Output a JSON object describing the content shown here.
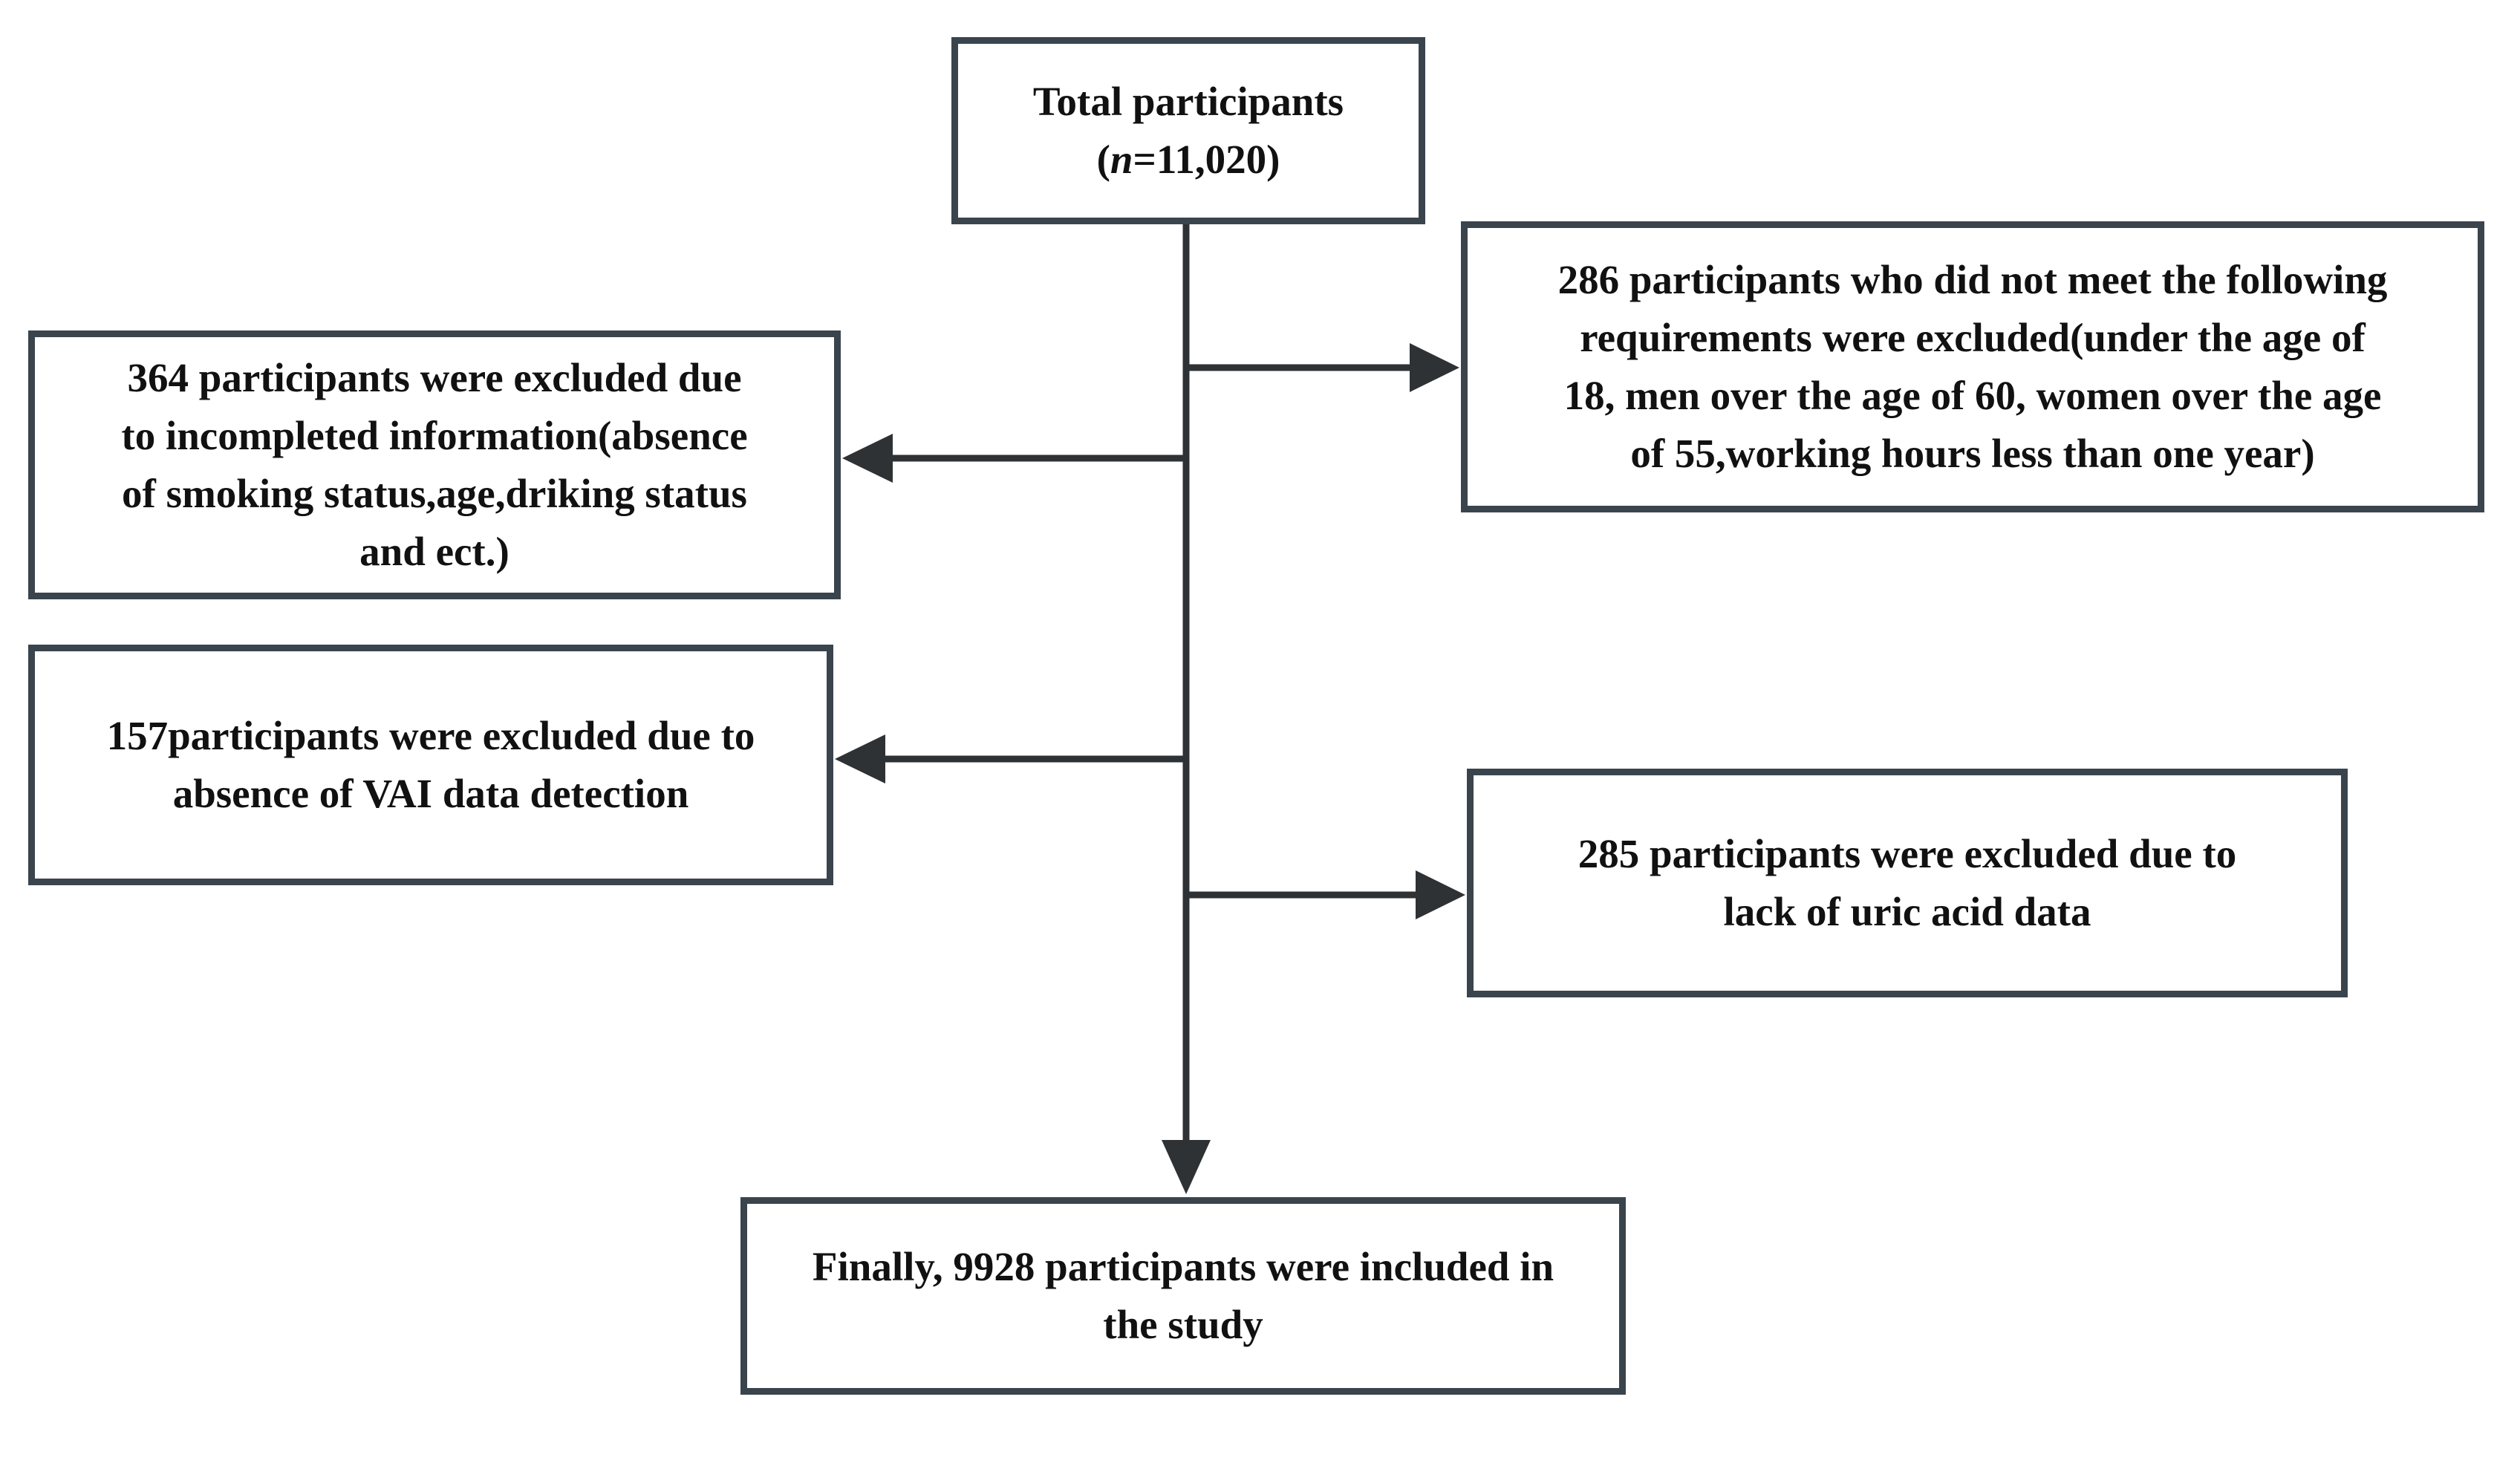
{
  "colors": {
    "background": "#ffffff",
    "box_border": "#3a444d",
    "connector": "#2e3234",
    "text": "#111111"
  },
  "nodes": {
    "total": {
      "line1": "Total participants",
      "n_open": "(",
      "n_symbol": "n",
      "n_value": "=11,020)"
    },
    "excluded_requirements": {
      "lines": [
        "286 participants who did not meet the following",
        "requirements were excluded(under the age of",
        "18, men over the age of 60, women over the age",
        "of 55,working hours less than one year)"
      ]
    },
    "excluded_incomplete": {
      "lines": [
        "364 participants were excluded due",
        "to incompleted information(absence",
        "of smoking status,age,driking status",
        "and ect.)"
      ]
    },
    "excluded_vai": {
      "lines": [
        "157participants were excluded due to",
        "absence of VAI data detection"
      ]
    },
    "excluded_uric": {
      "lines": [
        "285 participants were excluded due to",
        "lack of uric acid data"
      ]
    },
    "final": {
      "lines": [
        "Finally, 9928 participants were included in",
        "the study"
      ]
    }
  }
}
